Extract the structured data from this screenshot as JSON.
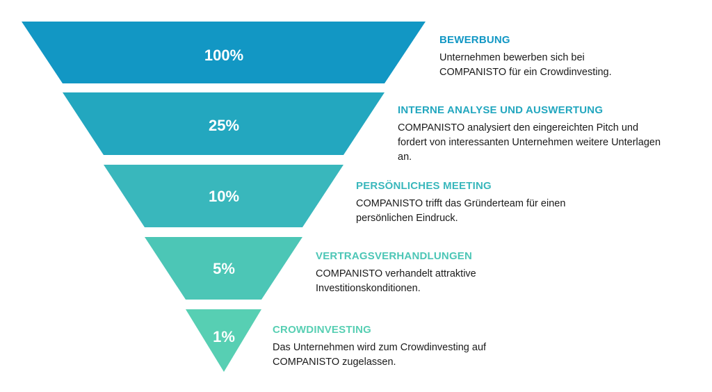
{
  "funnel": {
    "stages": [
      {
        "percent": "100%",
        "title": "BEWERBUNG",
        "description": "Unternehmen bewerben sich bei COMPANISTO für ein Crowdinvesting.",
        "color": "#1297c4",
        "title_color": "#1297c4"
      },
      {
        "percent": "25%",
        "title": "INTERNE ANALYSE UND AUSWERTUNG",
        "description": "COMPANISTO analysiert den eingereichten Pitch und fordert von interessanten Unternehmen weitere Unterlagen an.",
        "color": "#23a7bf",
        "title_color": "#23a7bf"
      },
      {
        "percent": "10%",
        "title": "PERSÖNLICHES MEETING",
        "description": "COMPANISTO trifft das Gründerteam für einen persönlichen Eindruck.",
        "color": "#39b7bc",
        "title_color": "#39b7bc"
      },
      {
        "percent": "5%",
        "title": "VERTRAGSVERHANDLUNGEN",
        "description": "COMPANISTO verhandelt attraktive Investitionskonditionen.",
        "color": "#4cc6b6",
        "title_color": "#4cc6b6"
      },
      {
        "percent": "1%",
        "title": "CROWDINVESTING",
        "description": "Das Unternehmen wird zum Crowdinvesting auf COMPANISTO zugelassen.",
        "color": "#57cfb3",
        "title_color": "#57cfb3"
      }
    ]
  }
}
